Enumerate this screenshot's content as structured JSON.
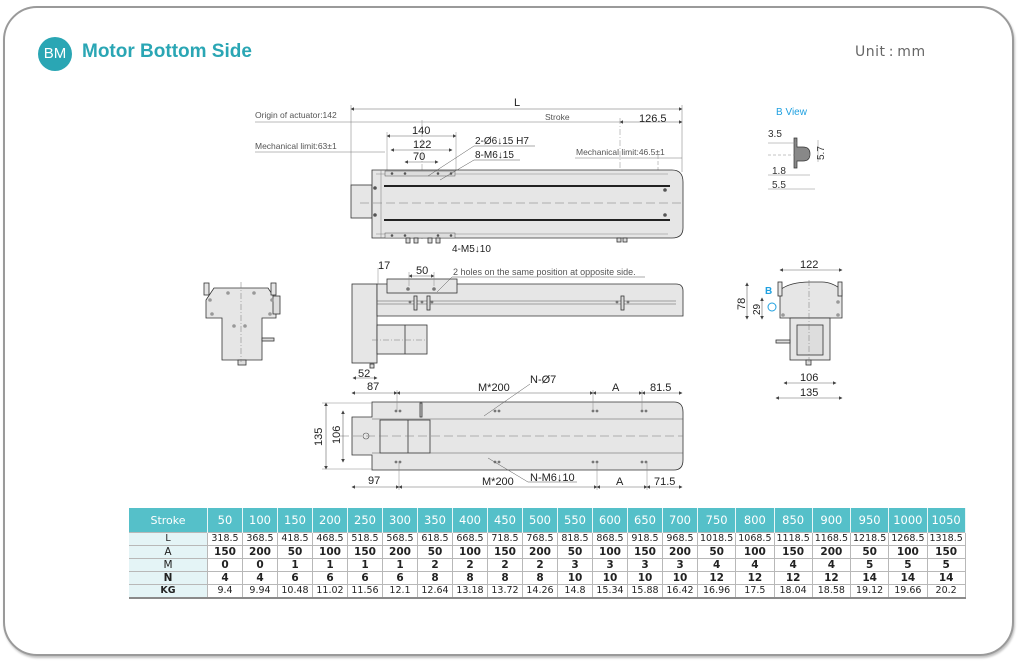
{
  "header": {
    "badge": "BM",
    "title": "Motor Bottom Side",
    "unit": "Unit : mm"
  },
  "top_view": {
    "dim_L": "L",
    "origin_label": "Origin of actuator:142",
    "stroke_label": "Stroke",
    "dim_126_5": "126.5",
    "dim_140": "140",
    "dim_122": "122",
    "dim_70": "70",
    "mech_limit_left": "Mechanical limit:63±1",
    "mech_limit_right": "Mechanical limit:46.5±1",
    "callout_pin_holes": "2-Ø6↓15 H7",
    "callout_m6": "8-M6↓15",
    "callout_m5": "4-M5↓10"
  },
  "b_view": {
    "title": "B View",
    "dim_3_5": "3.5",
    "dim_5_7": "5.7",
    "dim_1_8": "1.8",
    "dim_5_5": "5.5"
  },
  "side_view": {
    "dim_17": "17",
    "dim_50": "50",
    "note": "2 holes on the same position at opposite side.",
    "dim_52": "52"
  },
  "end_view": {
    "dim_122": "122",
    "dim_78": "78",
    "dim_29": "29",
    "marker_B": "B",
    "dim_106": "106",
    "dim_135": "135"
  },
  "bottom_view": {
    "dim_87": "87",
    "dim_m200_top": "M*200",
    "callout_n_d7": "N-Ø7",
    "dim_A_top": "A",
    "dim_81_5": "81.5",
    "dim_135": "135",
    "dim_106": "106",
    "dim_97": "97",
    "dim_m200_bottom": "M*200",
    "callout_n_m6": "N-M6↓10",
    "dim_A_bottom": "A",
    "dim_71_5": "71.5"
  },
  "spec_table": {
    "header_label": "Stroke",
    "strokes": [
      "50",
      "100",
      "150",
      "200",
      "250",
      "300",
      "350",
      "400",
      "450",
      "500",
      "550",
      "600",
      "650",
      "700",
      "750",
      "800",
      "850",
      "900",
      "950",
      "1000",
      "1050"
    ],
    "rows": [
      {
        "label": "L",
        "values": [
          "318.5",
          "368.5",
          "418.5",
          "468.5",
          "518.5",
          "568.5",
          "618.5",
          "668.5",
          "718.5",
          "768.5",
          "818.5",
          "868.5",
          "918.5",
          "968.5",
          "1018.5",
          "1068.5",
          "1118.5",
          "1168.5",
          "1218.5",
          "1268.5",
          "1318.5"
        ]
      },
      {
        "label": "A",
        "values": [
          "150",
          "200",
          "50",
          "100",
          "150",
          "200",
          "50",
          "100",
          "150",
          "200",
          "50",
          "100",
          "150",
          "200",
          "50",
          "100",
          "150",
          "200",
          "50",
          "100",
          "150"
        ]
      },
      {
        "label": "M",
        "values": [
          "0",
          "0",
          "1",
          "1",
          "1",
          "1",
          "2",
          "2",
          "2",
          "2",
          "3",
          "3",
          "3",
          "3",
          "4",
          "4",
          "4",
          "4",
          "5",
          "5",
          "5"
        ]
      },
      {
        "label": "N",
        "values": [
          "4",
          "4",
          "6",
          "6",
          "6",
          "6",
          "8",
          "8",
          "8",
          "8",
          "10",
          "10",
          "10",
          "10",
          "12",
          "12",
          "12",
          "12",
          "14",
          "14",
          "14"
        ]
      },
      {
        "label": "KG",
        "values": [
          "9.4",
          "9.94",
          "10.48",
          "11.02",
          "11.56",
          "12.1",
          "12.64",
          "13.18",
          "13.72",
          "14.26",
          "14.8",
          "15.34",
          "15.88",
          "16.42",
          "16.96",
          "17.5",
          "18.04",
          "18.58",
          "19.12",
          "19.66",
          "20.2"
        ]
      }
    ]
  },
  "colors": {
    "accent": "#2aa6b4",
    "table_header": "#55c0c9",
    "label_cell": "#e4f4f6",
    "part_fill": "#e6e6e6",
    "line": "#333333",
    "b_view_blue": "#1ea0e0"
  }
}
